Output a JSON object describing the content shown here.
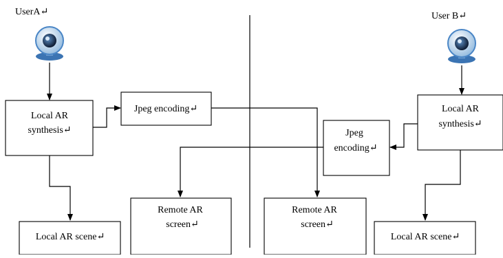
{
  "users": {
    "a_label": "UserA↵",
    "b_label": "User B↵"
  },
  "icons": {
    "user_a": "webcam-icon",
    "user_b": "webcam-icon"
  },
  "left": {
    "local_synthesis_line1": "Local AR",
    "local_synthesis_line2": "synthesis↵",
    "jpeg_encoding": "Jpeg encoding↵",
    "local_scene": "Local AR scene↵"
  },
  "center": {
    "remote_left_line1": "Remote AR",
    "remote_left_line2": "screen↵",
    "remote_right_line1": "Remote AR",
    "remote_right_line2": "screen↵"
  },
  "right": {
    "local_synthesis_line1": "Local AR",
    "local_synthesis_line2": "synthesis↵",
    "jpeg_line1": "Jpeg",
    "jpeg_line2": "encoding↵",
    "local_scene": "Local AR scene↵"
  },
  "colors": {
    "webcam_base": "#4a86c6",
    "webcam_face": "#cfe3f4",
    "webcam_lens": "#1b2f4d",
    "lines": "#000000"
  }
}
